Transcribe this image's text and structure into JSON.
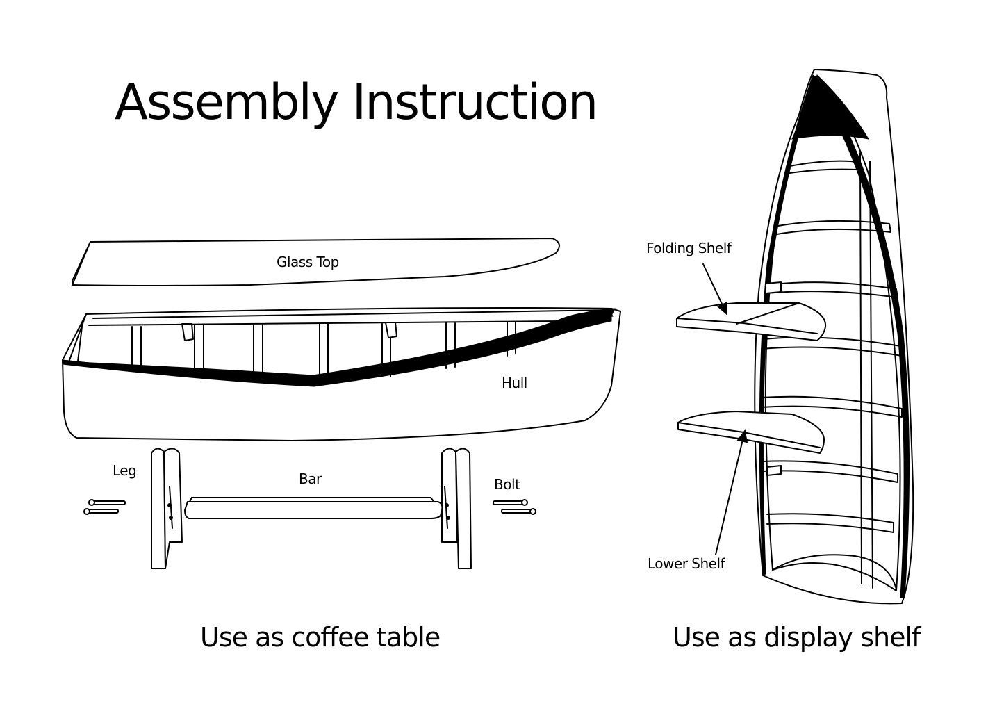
{
  "title": "Assembly Instruction",
  "coffee_table": {
    "caption": "Use as coffee table",
    "labels": {
      "glass_top": "Glass Top",
      "hull": "Hull",
      "leg": "Leg",
      "bar": "Bar",
      "bolt": "Bolt"
    }
  },
  "display_shelf": {
    "caption": "Use as display shelf",
    "labels": {
      "folding_shelf": "Folding Shelf",
      "lower_shelf": "Lower Shelf"
    }
  }
}
